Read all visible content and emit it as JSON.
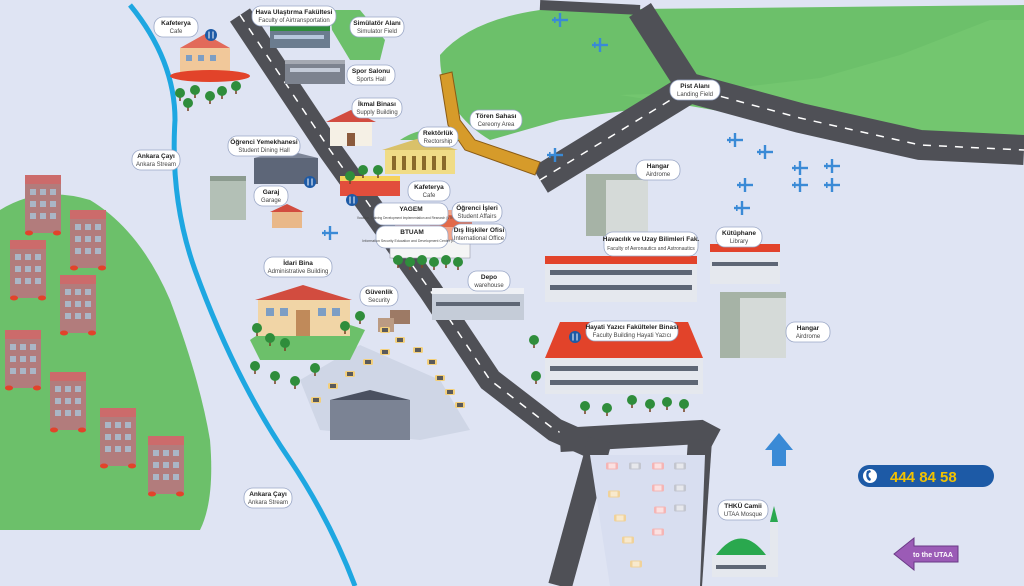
{
  "labels": {
    "kafeterya1": {
      "tr": "Kafeterya",
      "en": "Cafe"
    },
    "hava_ulastirma": {
      "tr": "Hava Ulaştırma Fakültesi",
      "en": "Faculty of Airtransportation"
    },
    "simulator": {
      "tr": "Simülatör Alanı",
      "en": "Simulator Field"
    },
    "spor": {
      "tr": "Spor Salonu",
      "en": "Sports Hall"
    },
    "ikmal": {
      "tr": "İkmal Binası",
      "en": "Supply Building"
    },
    "toren": {
      "tr": "Tören Sahası",
      "en": "Cereony Area"
    },
    "pist": {
      "tr": "Pist Alanı",
      "en": "Landing Field"
    },
    "ogrenci_yemek": {
      "tr": "Öğrenci Yemekhanesi",
      "en": "Student Dining Hall"
    },
    "rektorluk": {
      "tr": "Rektörlük",
      "en": "Rectorship"
    },
    "ankara_cayi_1": {
      "tr": "Ankara Çayı",
      "en": "Ankara Stream"
    },
    "kafeterya2": {
      "tr": "Kafeterya",
      "en": "Cafe"
    },
    "garaj": {
      "tr": "Garaj",
      "en": "Garage"
    },
    "yagem": {
      "tr": "YAGEM",
      "en": "Vocation, Training Development Implementation and Research (VTR) Center"
    },
    "btuam": {
      "tr": "BTUAM",
      "en": "Information Security Education and Development Center (ISDC)"
    },
    "ogrenci_isleri": {
      "tr": "Öğrenci İşleri",
      "en": "Student Affairs"
    },
    "dis_iliskiler": {
      "tr": "Dış İlişkiler Ofisi",
      "en": "International Office"
    },
    "hangar1": {
      "tr": "Hangar",
      "en": "Airdrome"
    },
    "havacilik_fak": {
      "tr": "Havacılık ve Uzay Bilimleri Fak.",
      "en": "Faculty of Aeronautics and Astronautics"
    },
    "kutuphane": {
      "tr": "Kütüphane",
      "en": "Library"
    },
    "idari_bina": {
      "tr": "İdari Bina",
      "en": "Administrative Building"
    },
    "guvenlik": {
      "tr": "Güvenlik",
      "en": "Security"
    },
    "depo": {
      "tr": "Depo",
      "en": "warehouse"
    },
    "hayati_yazici": {
      "tr": "Hayati Yazıcı Fakülteler Binası",
      "en": "Faculty Building Hayati Yazıcı"
    },
    "hangar2": {
      "tr": "Hangar",
      "en": "Airdrome"
    },
    "ankara_cayi_2": {
      "tr": "Ankara Çayı",
      "en": "Ankara Stream"
    },
    "cami": {
      "tr": "THKÜ Camii",
      "en": "UTAA Mosque"
    }
  },
  "phone": {
    "number": "444 84 58"
  },
  "utaa_link": {
    "label": "to the UTAA"
  },
  "colors": {
    "background": "#dfe4f3",
    "grass": "#6cc06a",
    "road": "#4f5056",
    "stream": "#1ea7e1",
    "accent_red": "#e2432a",
    "phone_pill": "#1d5aa6",
    "phone_text": "#f2c200",
    "arrow_purple": "#9b5bb6",
    "arrow_blue": "#3a8ad6"
  }
}
